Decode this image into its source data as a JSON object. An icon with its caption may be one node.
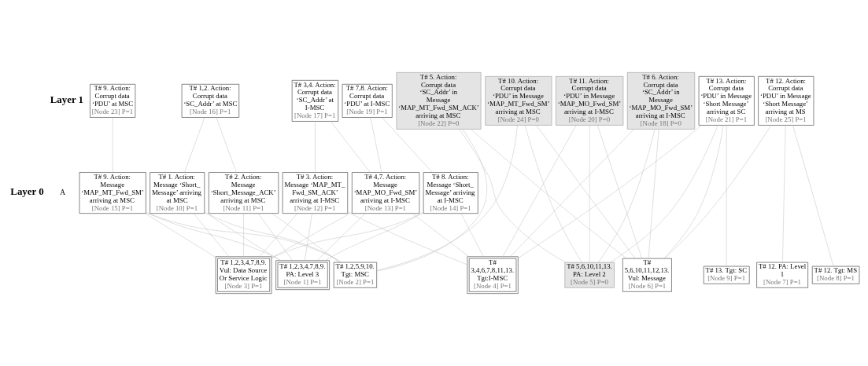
{
  "diagram": {
    "nodes": [
      {
        "text": [
          "T# 5. Action: Corrupt data ‘SC_Addr’ in Message ‘MAP_MT_Fwd_SM_ACK’ arriving at MSC",
          "[Node 22] P=0"
        ]
      },
      {
        "text": [
          "T# 1,2. Action: Corrupt data ‘SC_Addr’ at MSC",
          "[Node 16] P=1"
        ]
      },
      {
        "text": [
          "T# 3,4. Action: Corrupt data ‘SC_Addr’ at I-MSC",
          "[Node 17] P=1"
        ]
      },
      {
        "text": [
          "T# 6. Action: Corrupt data ‘SC_Addr’ in Message ‘MAP_MO_Fwd_SM’ arriving at I-MSC",
          "[Node 18] P=0"
        ]
      },
      {
        "text": [
          "T# 9. Action: Corrupt data ‘PDU’ at MSC",
          "[Node 23] P=1"
        ]
      },
      {
        "text": [
          "T# 7,8. Action: Corrupt data ‘PDU’ at I-MSC",
          "[Node 19] P=1"
        ]
      },
      {
        "text": [
          "T# 10. Action: Corrupt data ‘PDU’ in Message ‘MAP_MT_Fwd_SM’ arriving at MSC",
          "[Node 24] P=0"
        ]
      },
      {
        "text": [
          "T# 11. Action: Corrupt data ‘PDU’ in Message ‘MAP_MO_Fwd_SM’ arriving at I-MSC",
          "[Node 20] P=0"
        ]
      },
      {
        "text": [
          "T# 12. Action: Corrupt data ‘PDU’ in Message ‘Short Message’ arriving at MS",
          "[Node 25] P=1"
        ]
      },
      {
        "text": [
          "T# 13. Action: Corrupt data ‘PDU’ in Message ‘Short Message’ arriving at SC",
          "[Node 21] P=1"
        ]
      },
      {
        "text": [
          "T# 1. Action: Message ‘Short_ Message’ arriving at MSC",
          "[Node 10] P=1"
        ]
      },
      {
        "text": [
          "T# 2. Action: Message ‘Short_Message_ACK’ arriving at MSC",
          "[Node 11] P=1"
        ]
      },
      {
        "text": [
          "T# 3. Action: Message ‘MAP_MT_ Fwd_SM_ACK’ arriving at I-MSC",
          "[Node 12] P=1"
        ]
      },
      {
        "text": [
          "T# 4,7. Action: Message ‘MAP_MO_Fwd_SM’ arriving at I-MSC",
          "[Node 13] P=1"
        ]
      },
      {
        "text": [
          "T# 8. Action: Message ‘Short_ Message’ arriving at I-MSC",
          "[Node 14] P=1"
        ]
      },
      {
        "text": [
          "T# 9. Action: Message ‘MAP_MT_Fwd_SM’ arriving at MSC",
          "[Node 15] P=1"
        ]
      },
      {
        "text": [
          "T# 1,2,3,4,7,8,9. PA: Level 3",
          "[Node 1] P=1"
        ]
      },
      {
        "text": [
          "T# 1,2,5,9,10. Tgt: MSC",
          "[Node 2] P=1"
        ]
      },
      {
        "text": [
          "T# 1,2,3,4,7,8,9. Vul: Data Source Or Service Logic",
          "[Node 3] P=1"
        ]
      },
      {
        "text": [
          "T# 3,4,6,7,8,11,13. Tgt:I-MSC",
          "[Node 4] P=1"
        ]
      },
      {
        "text": [
          "T# 5,6,10,11,13. PA: Level 2",
          "[Node 5] P=0"
        ]
      },
      {
        "text": [
          "T# 5,6,10,11,12,13. Vul: Message",
          "[Node 6] P=1"
        ]
      },
      {
        "text": [
          "T# 12. PA: Level 1",
          "[Node 7] P=1"
        ]
      },
      {
        "text": [
          "T# 12. Tgt: MS",
          "[Node 8] P=1"
        ]
      },
      {
        "text": [
          "T# 13. Tgt: SC",
          "[Node 9] P=1"
        ]
      }
    ],
    "edges": [
      {
        "from": 10,
        "to": 16,
        "arrow": "none"
      },
      {
        "from": 10,
        "to": 17,
        "arrow": "none"
      },
      {
        "from": 10,
        "to": 18,
        "arrow": "none"
      },
      {
        "from": 11,
        "to": 16,
        "arrow": "none"
      },
      {
        "from": 11,
        "to": 17,
        "arrow": "none"
      },
      {
        "from": 11,
        "to": 18,
        "arrow": "none"
      },
      {
        "from": 12,
        "to": 16,
        "arrow": "none"
      },
      {
        "from": 12,
        "to": 18,
        "arrow": "none"
      },
      {
        "from": 12,
        "to": 19,
        "arrow": "none"
      },
      {
        "from": 13,
        "to": 16,
        "arrow": "none"
      },
      {
        "from": 13,
        "to": 18,
        "arrow": "none"
      },
      {
        "from": 13,
        "to": 19,
        "arrow": "none"
      },
      {
        "from": 14,
        "to": 16,
        "arrow": "none"
      },
      {
        "from": 14,
        "to": 18,
        "arrow": "none"
      },
      {
        "from": 14,
        "to": 19,
        "arrow": "none"
      },
      {
        "from": 15,
        "to": 16,
        "arrow": "none"
      },
      {
        "from": 15,
        "to": 17,
        "arrow": "none"
      },
      {
        "from": 15,
        "to": 18,
        "arrow": "none"
      },
      {
        "from": 0,
        "to": 17,
        "arrow": "none"
      },
      {
        "from": 0,
        "to": 20,
        "arrow": "none"
      },
      {
        "from": 0,
        "to": 21,
        "arrow": "none"
      },
      {
        "from": 1,
        "to": 10,
        "arrow": "none"
      },
      {
        "from": 1,
        "to": 11,
        "arrow": "none"
      },
      {
        "from": 2,
        "to": 12,
        "arrow": "none"
      },
      {
        "from": 2,
        "to": 13,
        "arrow": "none"
      },
      {
        "from": 3,
        "to": 19,
        "arrow": "none"
      },
      {
        "from": 3,
        "to": 20,
        "arrow": "none"
      },
      {
        "from": 3,
        "to": 21,
        "arrow": "none"
      },
      {
        "from": 4,
        "to": 15,
        "arrow": "none"
      },
      {
        "from": 5,
        "to": 13,
        "arrow": "none"
      },
      {
        "from": 5,
        "to": 14,
        "arrow": "none"
      },
      {
        "from": 6,
        "to": 17,
        "arrow": "none"
      },
      {
        "from": 6,
        "to": 20,
        "arrow": "none"
      },
      {
        "from": 6,
        "to": 21,
        "arrow": "none"
      },
      {
        "from": 7,
        "to": 19,
        "arrow": "none"
      },
      {
        "from": 7,
        "to": 20,
        "arrow": "none"
      },
      {
        "from": 7,
        "to": 21,
        "arrow": "none"
      },
      {
        "from": 8,
        "to": 21,
        "arrow": "none"
      },
      {
        "from": 8,
        "to": 22,
        "arrow": "none"
      },
      {
        "from": 8,
        "to": 23,
        "arrow": "none"
      },
      {
        "from": 9,
        "to": 19,
        "arrow": "none"
      },
      {
        "from": 9,
        "to": 20,
        "arrow": "none"
      },
      {
        "from": 9,
        "to": 21,
        "arrow": "none"
      },
      {
        "from": 9,
        "to": 24,
        "arrow": "none"
      }
    ],
    "labels": [
      "Layer 1",
      "Layer 0",
      "A"
    ]
  }
}
